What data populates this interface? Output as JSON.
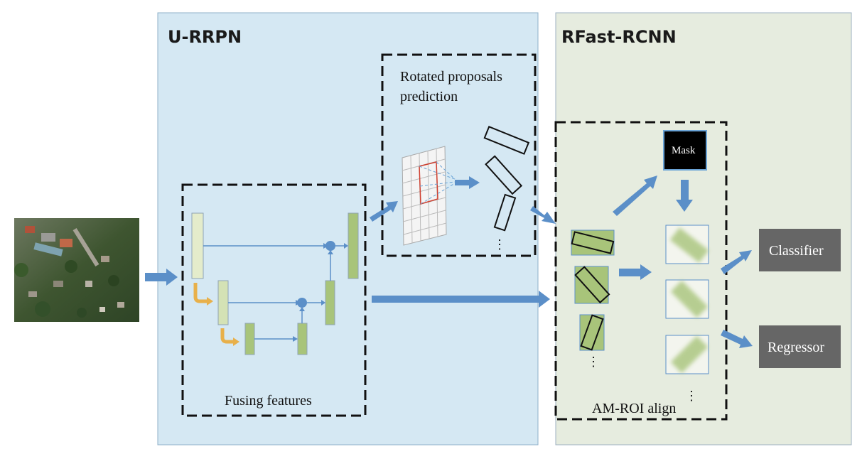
{
  "panels": {
    "left_title": "U-RRPN",
    "right_title": "RFast-RCNN"
  },
  "labels": {
    "rotated_proposals_line1": "Rotated proposals",
    "rotated_proposals_line2": "prediction",
    "fusing_features": "Fusing features",
    "am_roi_align": "AM-ROI align",
    "mask": "Mask",
    "classifier": "Classifier",
    "regressor": "Regressor",
    "ellipsis": "⋮"
  },
  "colors": {
    "left_panel": "#d5e8f3",
    "right_panel": "#e6ecdf",
    "arrow": "#5b8fc8",
    "feature_light": "#e4eccb",
    "feature_green": "#a8c47a",
    "output_box": "#666666",
    "orange_arrow": "#e8b04a"
  }
}
